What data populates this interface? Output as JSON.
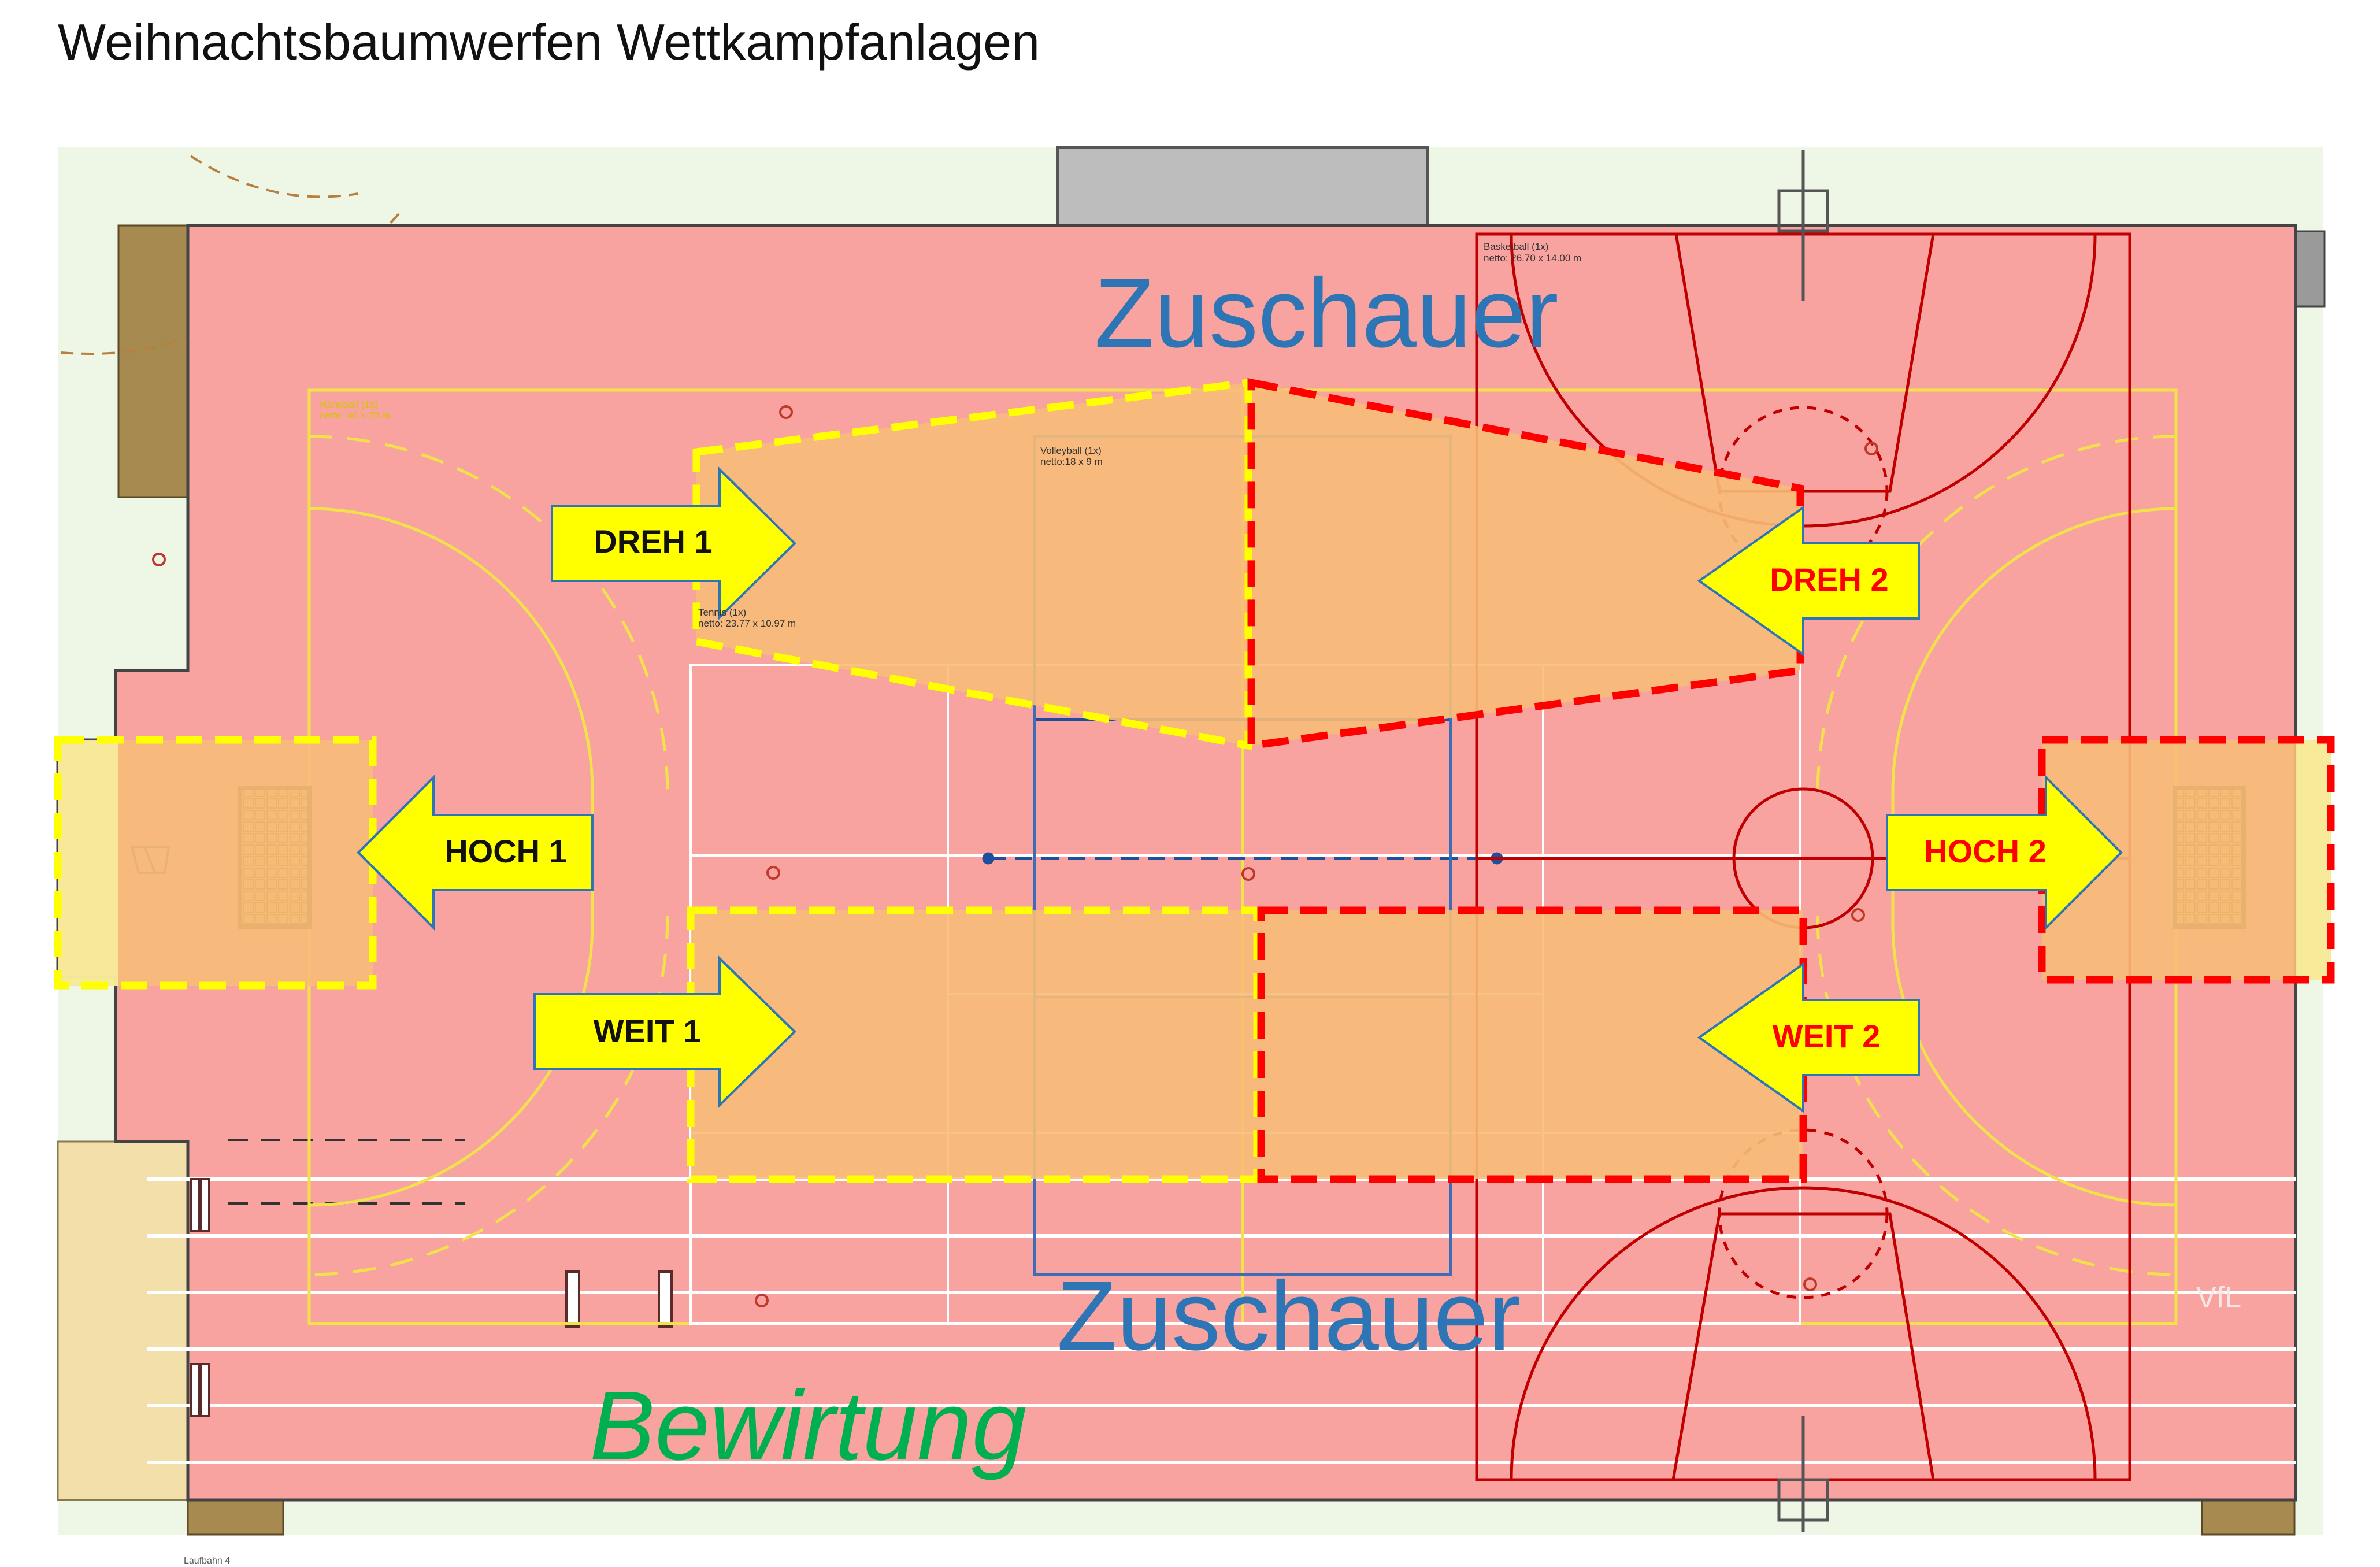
{
  "title": "Weihnachtsbaumwerfen Wettkampfanlagen",
  "audience_top": "Zuschauer",
  "audience_bottom": "Zuschauer",
  "catering": "Bewirtung",
  "watermark": "VfL",
  "lane_label": "Laufbahn 4",
  "arrows": {
    "dreh1": "DREH 1",
    "dreh2": "DREH 2",
    "hoch1": "HOCH 1",
    "hoch2": "HOCH 2",
    "weit1": "WEIT 1",
    "weit2": "WEIT 2"
  },
  "court_labels": {
    "handball_1": "Handball (1x)",
    "handball_2": "netto: 40 x 20 m",
    "volleyball_1": "Volleyball (1x)",
    "volleyball_2": "netto:18 x 9 m",
    "tennis_1": "Tennis (1x)",
    "tennis_2": "netto: 23.77 x 10.97 m",
    "basketball_1": "Basketball (1x)",
    "basketball_2": "netto: 26.70 x 14.00 m"
  },
  "colors": {
    "floor": "#f9a3a1",
    "zone_fill": "#f7bd78",
    "group1": "#ffff00",
    "group2": "#ff0000",
    "arrow_fill": "#ffff00",
    "arrow_stroke": "#2e75b6",
    "audience_text": "#2e75b6",
    "catering_text": "#00b050",
    "handball_lines": "#f2e24a",
    "basketball_lines": "#c00000",
    "volleyball_lines": "#1f4e9c"
  }
}
